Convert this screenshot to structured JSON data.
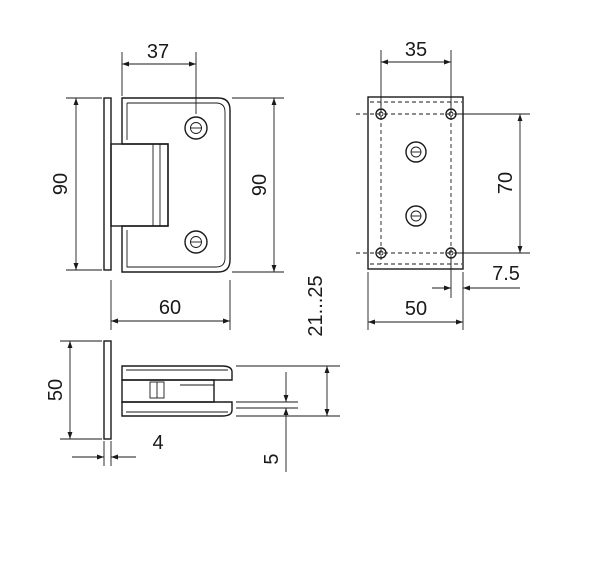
{
  "drawing": {
    "front_view": {
      "dim_top_width": "37",
      "dim_left_height": "90",
      "dim_right_height": "90",
      "dim_bottom_width": "60"
    },
    "side_view": {
      "dim_top_width": "35",
      "dim_hole_spacing": "70",
      "dim_bottom_width": "50",
      "dim_edge_offset": "7.5"
    },
    "bottom_view": {
      "dim_left_height": "50",
      "dim_plate_thickness": "4",
      "dim_glass_range": "21...25",
      "dim_gap": "5"
    }
  }
}
